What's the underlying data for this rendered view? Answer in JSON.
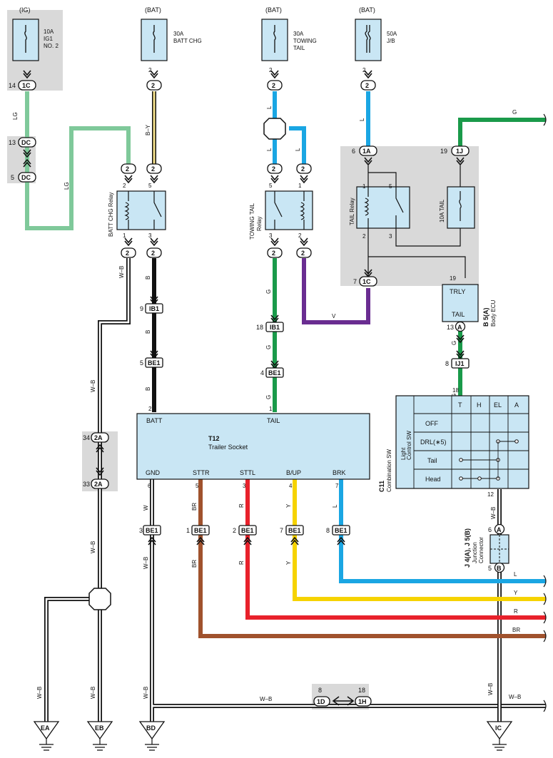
{
  "fuses": {
    "ig1": {
      "source": "(IG)",
      "rating": "10A",
      "name": "IG1",
      "name2": "NO. 2"
    },
    "batt_chg": {
      "source": "(BAT)",
      "rating": "30A",
      "name": "BATT CHG"
    },
    "towing_tail": {
      "source": "(BAT)",
      "rating": "30A",
      "name": "TOWING",
      "name2": "TAIL"
    },
    "jb": {
      "source": "(BAT)",
      "rating": "50A",
      "name": "J/B"
    },
    "tail": {
      "label": "10A TAIL"
    }
  },
  "relays": {
    "batt_chg": "BATT CHG Relay",
    "towing_tail": "TOWING TAIL",
    "towing_tail2": "Relay",
    "tail": "TAIL Relay"
  },
  "connectors": {
    "c1c": "1C",
    "cdc": "DC",
    "c2": "2",
    "c1a": "1A",
    "c1j": "1J",
    "ib1": "IB1",
    "be1": "BE1",
    "c2a": "2A",
    "ij1": "IJ1",
    "cA": "A",
    "cB": "B",
    "c1d": "1D",
    "c1h": "1H"
  },
  "pins": {
    "p14": "14",
    "p13": "13",
    "p5": "5",
    "p2": "2",
    "p1": "1",
    "p3": "3",
    "p6": "6",
    "p7": "7",
    "p4": "4",
    "p8": "8",
    "p9": "9",
    "p18": "18",
    "p19": "19",
    "p12": "12",
    "p34": "34",
    "p33": "33"
  },
  "wires": {
    "lg": "LG",
    "by": "B–Y",
    "l": "L",
    "g": "G",
    "b": "B",
    "v": "V",
    "wb": "W–B",
    "w": "W",
    "br": "BR",
    "r": "R",
    "y": "Y"
  },
  "body_ecu": {
    "trly": "TRLY",
    "tail": "TAIL",
    "code": "B 5(A)",
    "name": "Body ECU"
  },
  "socket": {
    "code": "T12",
    "name": "Trailer Socket",
    "pins": [
      "BATT",
      "TAIL",
      "GND",
      "STTR",
      "STTL",
      "B/UP",
      "BRK"
    ]
  },
  "combination_sw": {
    "code": "C11",
    "name": "Combination SW",
    "sub": "Light",
    "sub2": "Control SW",
    "cols": [
      "T",
      "H",
      "EL",
      "A"
    ],
    "rows": [
      "OFF",
      "DRL(∗5)",
      "Tail",
      "Head"
    ]
  },
  "junction": {
    "code": "J 4(A), J 5(B)",
    "name": "Junction",
    "name2": "Connector"
  },
  "grounds": [
    "EA",
    "EB",
    "BD",
    "IC"
  ]
}
